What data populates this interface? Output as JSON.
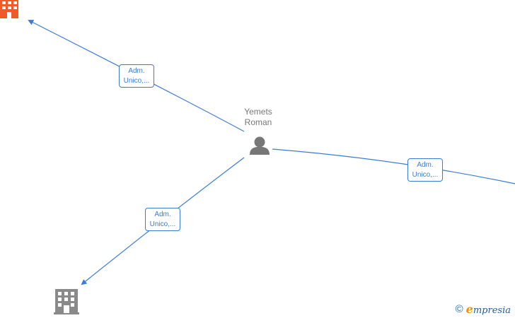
{
  "person": {
    "name_line1": "Yemets",
    "name_line2": "Roman",
    "icon": "person-icon"
  },
  "edges": [
    {
      "line1": "Adm.",
      "line2": "Unico,..."
    },
    {
      "line1": "Adm.",
      "line2": "Unico,..."
    },
    {
      "line1": "Adm.",
      "line2": "Unico,..."
    }
  ],
  "companies": [
    {
      "icon": "building-icon",
      "color": "#f05a28"
    },
    {
      "icon": "building-icon",
      "color": "#8a8a8a"
    }
  ],
  "colors": {
    "edge": "#3a7bd5",
    "person": "#777777"
  },
  "watermark": {
    "copyright": "©",
    "brand_initial": "e",
    "brand_rest": "mpresia"
  }
}
